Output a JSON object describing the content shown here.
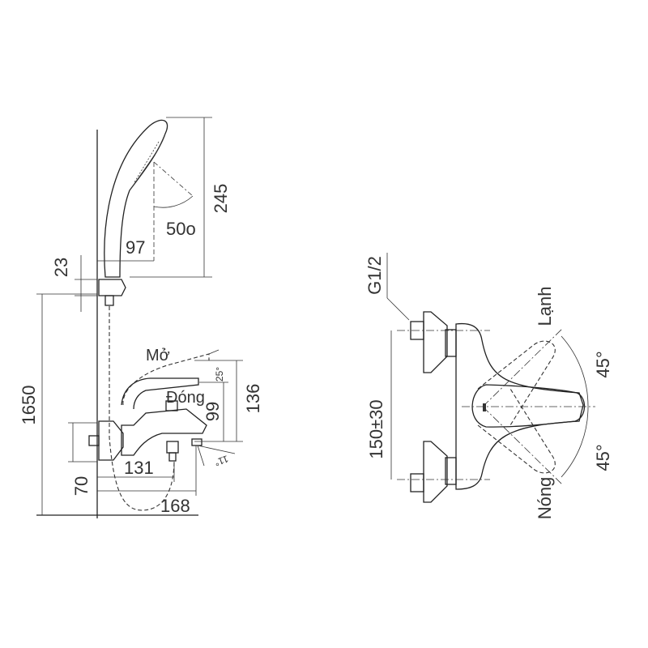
{
  "side_view": {
    "dim_handshower_height": "245",
    "dim_handshower_offset": "97",
    "angle_handshower": "50o",
    "dim_bracket": "23",
    "dim_bracket_height": "1650",
    "label_open": "Mở",
    "label_closed": "Đóng",
    "angle_lever": "25°",
    "dim_99": "99",
    "dim_136": "136",
    "angle_spout": "11°",
    "dim_131": "131",
    "dim_70": "70",
    "dim_168": "168"
  },
  "front_view": {
    "thread_label": "G1/2",
    "dim_centers": "150±30",
    "label_cold": "Lạnh",
    "angle_cold": "45°",
    "angle_hot": "45°",
    "label_hot": "Nóng"
  }
}
